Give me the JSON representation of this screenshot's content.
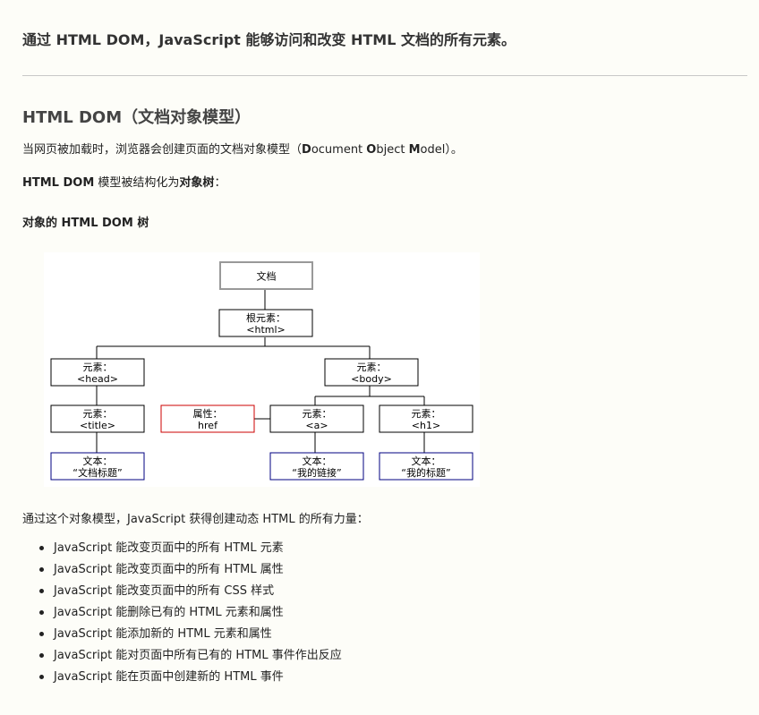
{
  "intro": "通过 HTML DOM，JavaScript 能够访问和改变 HTML 文档的所有元素。",
  "section_title": "HTML DOM（文档对象模型）",
  "load_text": {
    "before": "当网页被加载时，浏览器会创建页面的文档对象模型（",
    "D": "D",
    "ocument": "ocument ",
    "O": "O",
    "bject": "bject ",
    "M": "M",
    "odel": "odel",
    "after": "）。"
  },
  "structured_text": {
    "strong_start": "HTML DOM",
    "middle": " 模型被结构化为",
    "strong_end": "对象树",
    "colon": "："
  },
  "tree_heading": "对象的 HTML DOM 树",
  "tree": {
    "document": "文档",
    "root_line1": "根元素：",
    "root_line2": "<html>",
    "head_line1": "元素：",
    "head_line2": "<head>",
    "body_line1": "元素：",
    "body_line2": "<body>",
    "title_line1": "元素：",
    "title_line2": "<title>",
    "attr_line1": "属性：",
    "attr_line2": "href",
    "a_line1": "元素：",
    "a_line2": "<a>",
    "h1_line1": "元素：",
    "h1_line2": "<h1>",
    "text1_line1": "文本：",
    "text1_line2": "“文档标题”",
    "text2_line1": "文本：",
    "text2_line2": "“我的链接”",
    "text3_line1": "文本：",
    "text3_line2": "“我的标题”"
  },
  "power_text": "通过这个对象模型，JavaScript 获得创建动态 HTML 的所有力量：",
  "capabilities": [
    "JavaScript 能改变页面中的所有 HTML 元素",
    "JavaScript 能改变页面中的所有 HTML 属性",
    "JavaScript 能改变页面中的所有 CSS 样式",
    "JavaScript 能删除已有的 HTML 元素和属性",
    "JavaScript 能添加新的 HTML 元素和属性",
    "JavaScript 能对页面中所有已有的 HTML 事件作出反应",
    "JavaScript 能在页面中创建新的 HTML 事件"
  ],
  "colors": {
    "document_border": "#999999",
    "element_border": "#000000",
    "attribute_border": "#cc0000",
    "text_border": "#000080"
  }
}
